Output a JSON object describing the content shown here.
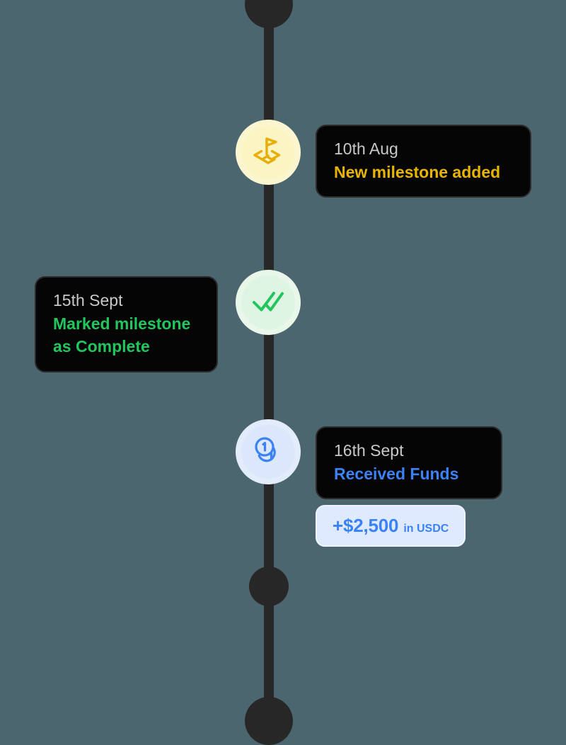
{
  "theme": {
    "background": "#4c6670",
    "spine_color": "#272727",
    "card_background": "#050505",
    "card_border": "#2b2b2b",
    "date_text_color": "#c9c9c9",
    "yellow": "#e8b400",
    "green": "#22c55e",
    "blue": "#3b82f6",
    "milestone_circle": "#fbf5c4",
    "complete_circle": "#dff5e3",
    "funds_circle": "#dbe7fb",
    "badge_background": "#dfeaff"
  },
  "timeline": {
    "events": [
      {
        "id": "milestone-added",
        "icon": "flag-milestone-icon",
        "date": "10th Aug",
        "title": "New milestone added",
        "accent": "yellow",
        "card_side": "right"
      },
      {
        "id": "milestone-complete",
        "icon": "double-check-icon",
        "date": "15th Sept",
        "title": "Marked milestone as Complete",
        "accent": "green",
        "card_side": "left"
      },
      {
        "id": "funds-received",
        "icon": "coins-icon",
        "date": "16th Sept",
        "title": "Received Funds",
        "accent": "blue",
        "card_side": "right",
        "amount": {
          "value": "+$2,500",
          "unit": "in USDC"
        }
      }
    ],
    "plain_nodes": [
      {
        "id": "node-top",
        "position": "top"
      },
      {
        "id": "node-mid",
        "position": "middle"
      },
      {
        "id": "node-bottom",
        "position": "bottom"
      }
    ]
  }
}
